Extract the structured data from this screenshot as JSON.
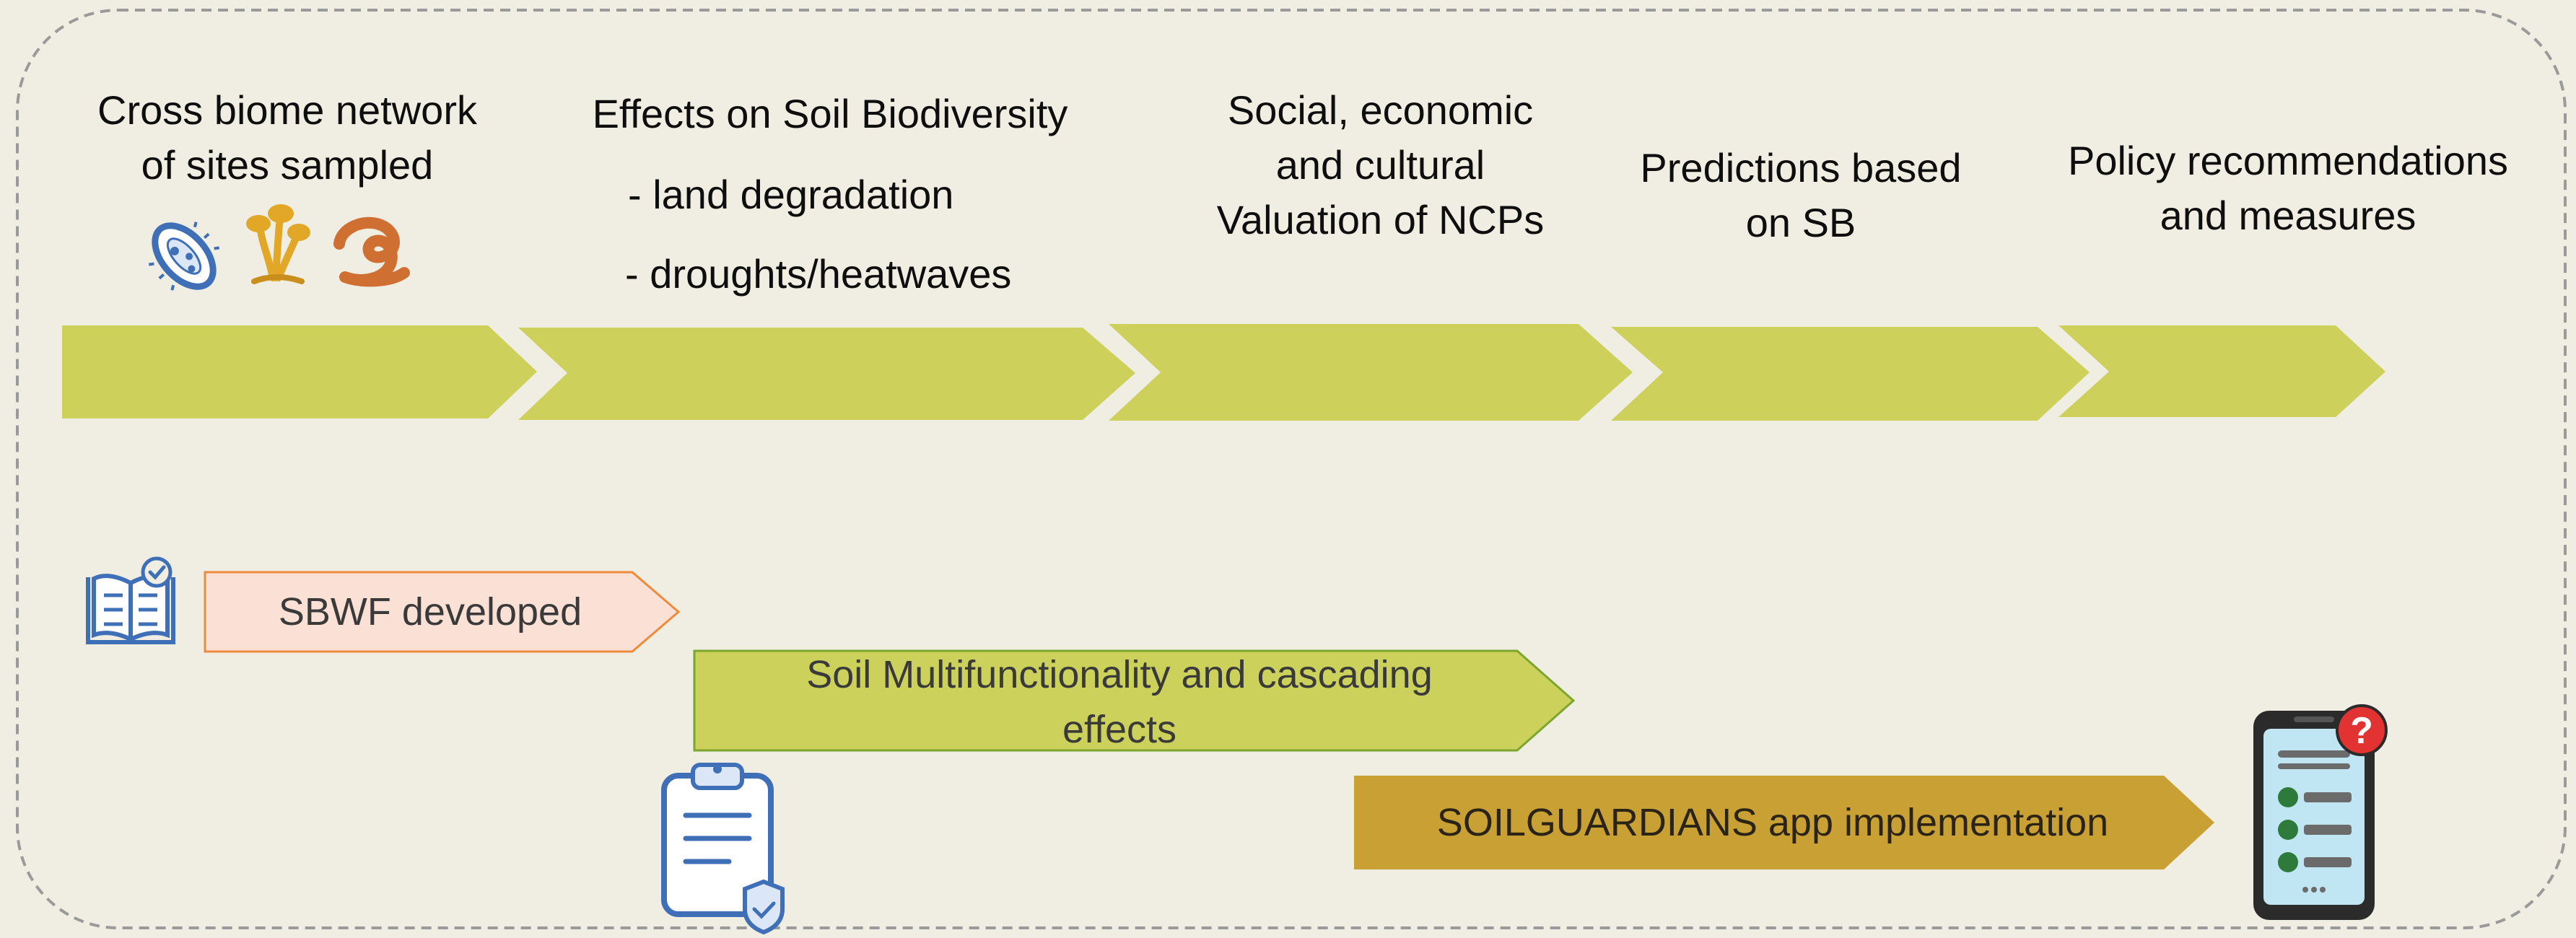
{
  "stages": [
    {
      "line1": "Cross biome network",
      "line2": "of sites sampled"
    },
    {
      "title": "Effects on Soil Biodiversity",
      "items": [
        "- land degradation",
        "- droughts/heatwaves"
      ]
    },
    {
      "line1": "Social, economic",
      "line2": "and cultural",
      "line3": "Valuation of NCPs"
    },
    {
      "line1": "Predictions based",
      "line2": "on SB"
    },
    {
      "line1": "Policy recommendations",
      "line2": "and measures"
    }
  ],
  "bars": {
    "sbwf": "SBWF developed",
    "multifunctionality": {
      "line1": "Soil Multifunctionality and cascading",
      "line2": "effects"
    },
    "app": "SOILGUARDIANS app implementation"
  },
  "colors": {
    "background": "#f0eee2",
    "chevron": "#cdd05a",
    "sbwf_fill": "#fbe1d5",
    "sbwf_border": "#ee8a3c",
    "multi_fill": "#cbd15a",
    "multi_border": "#7ca62e",
    "app_fill": "#c9a033",
    "icon_blue": "#3f70b7",
    "icon_orange": "#cf6f32",
    "icon_yellow": "#e2a726",
    "icon_red": "#e23232"
  },
  "icons": [
    "bacterium-icon",
    "fungi-icon",
    "nematode-icon",
    "book-checklist-icon",
    "clipboard-shield-icon",
    "phone-quiz-icon"
  ]
}
